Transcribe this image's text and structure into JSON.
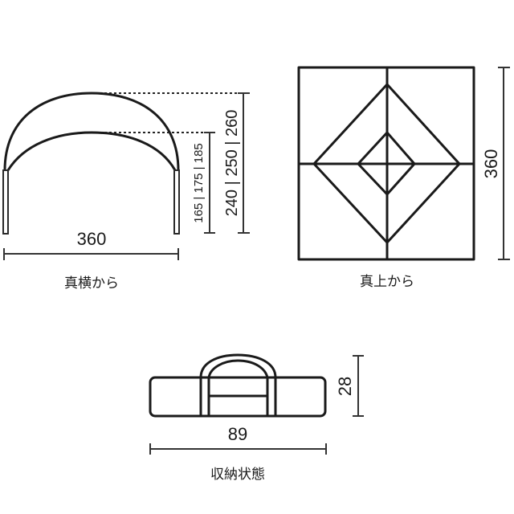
{
  "side_view": {
    "caption": "真横から",
    "width_label": "360",
    "outer_height_label": "240 | 250 | 260",
    "inner_height_label": "165 | 175 | 185"
  },
  "top_view": {
    "caption": "真上から",
    "depth_label": "360"
  },
  "storage": {
    "caption": "収納状態",
    "length_label": "89",
    "height_label": "28"
  },
  "colors": {
    "line": "#1a1a1a",
    "background": "#ffffff"
  }
}
